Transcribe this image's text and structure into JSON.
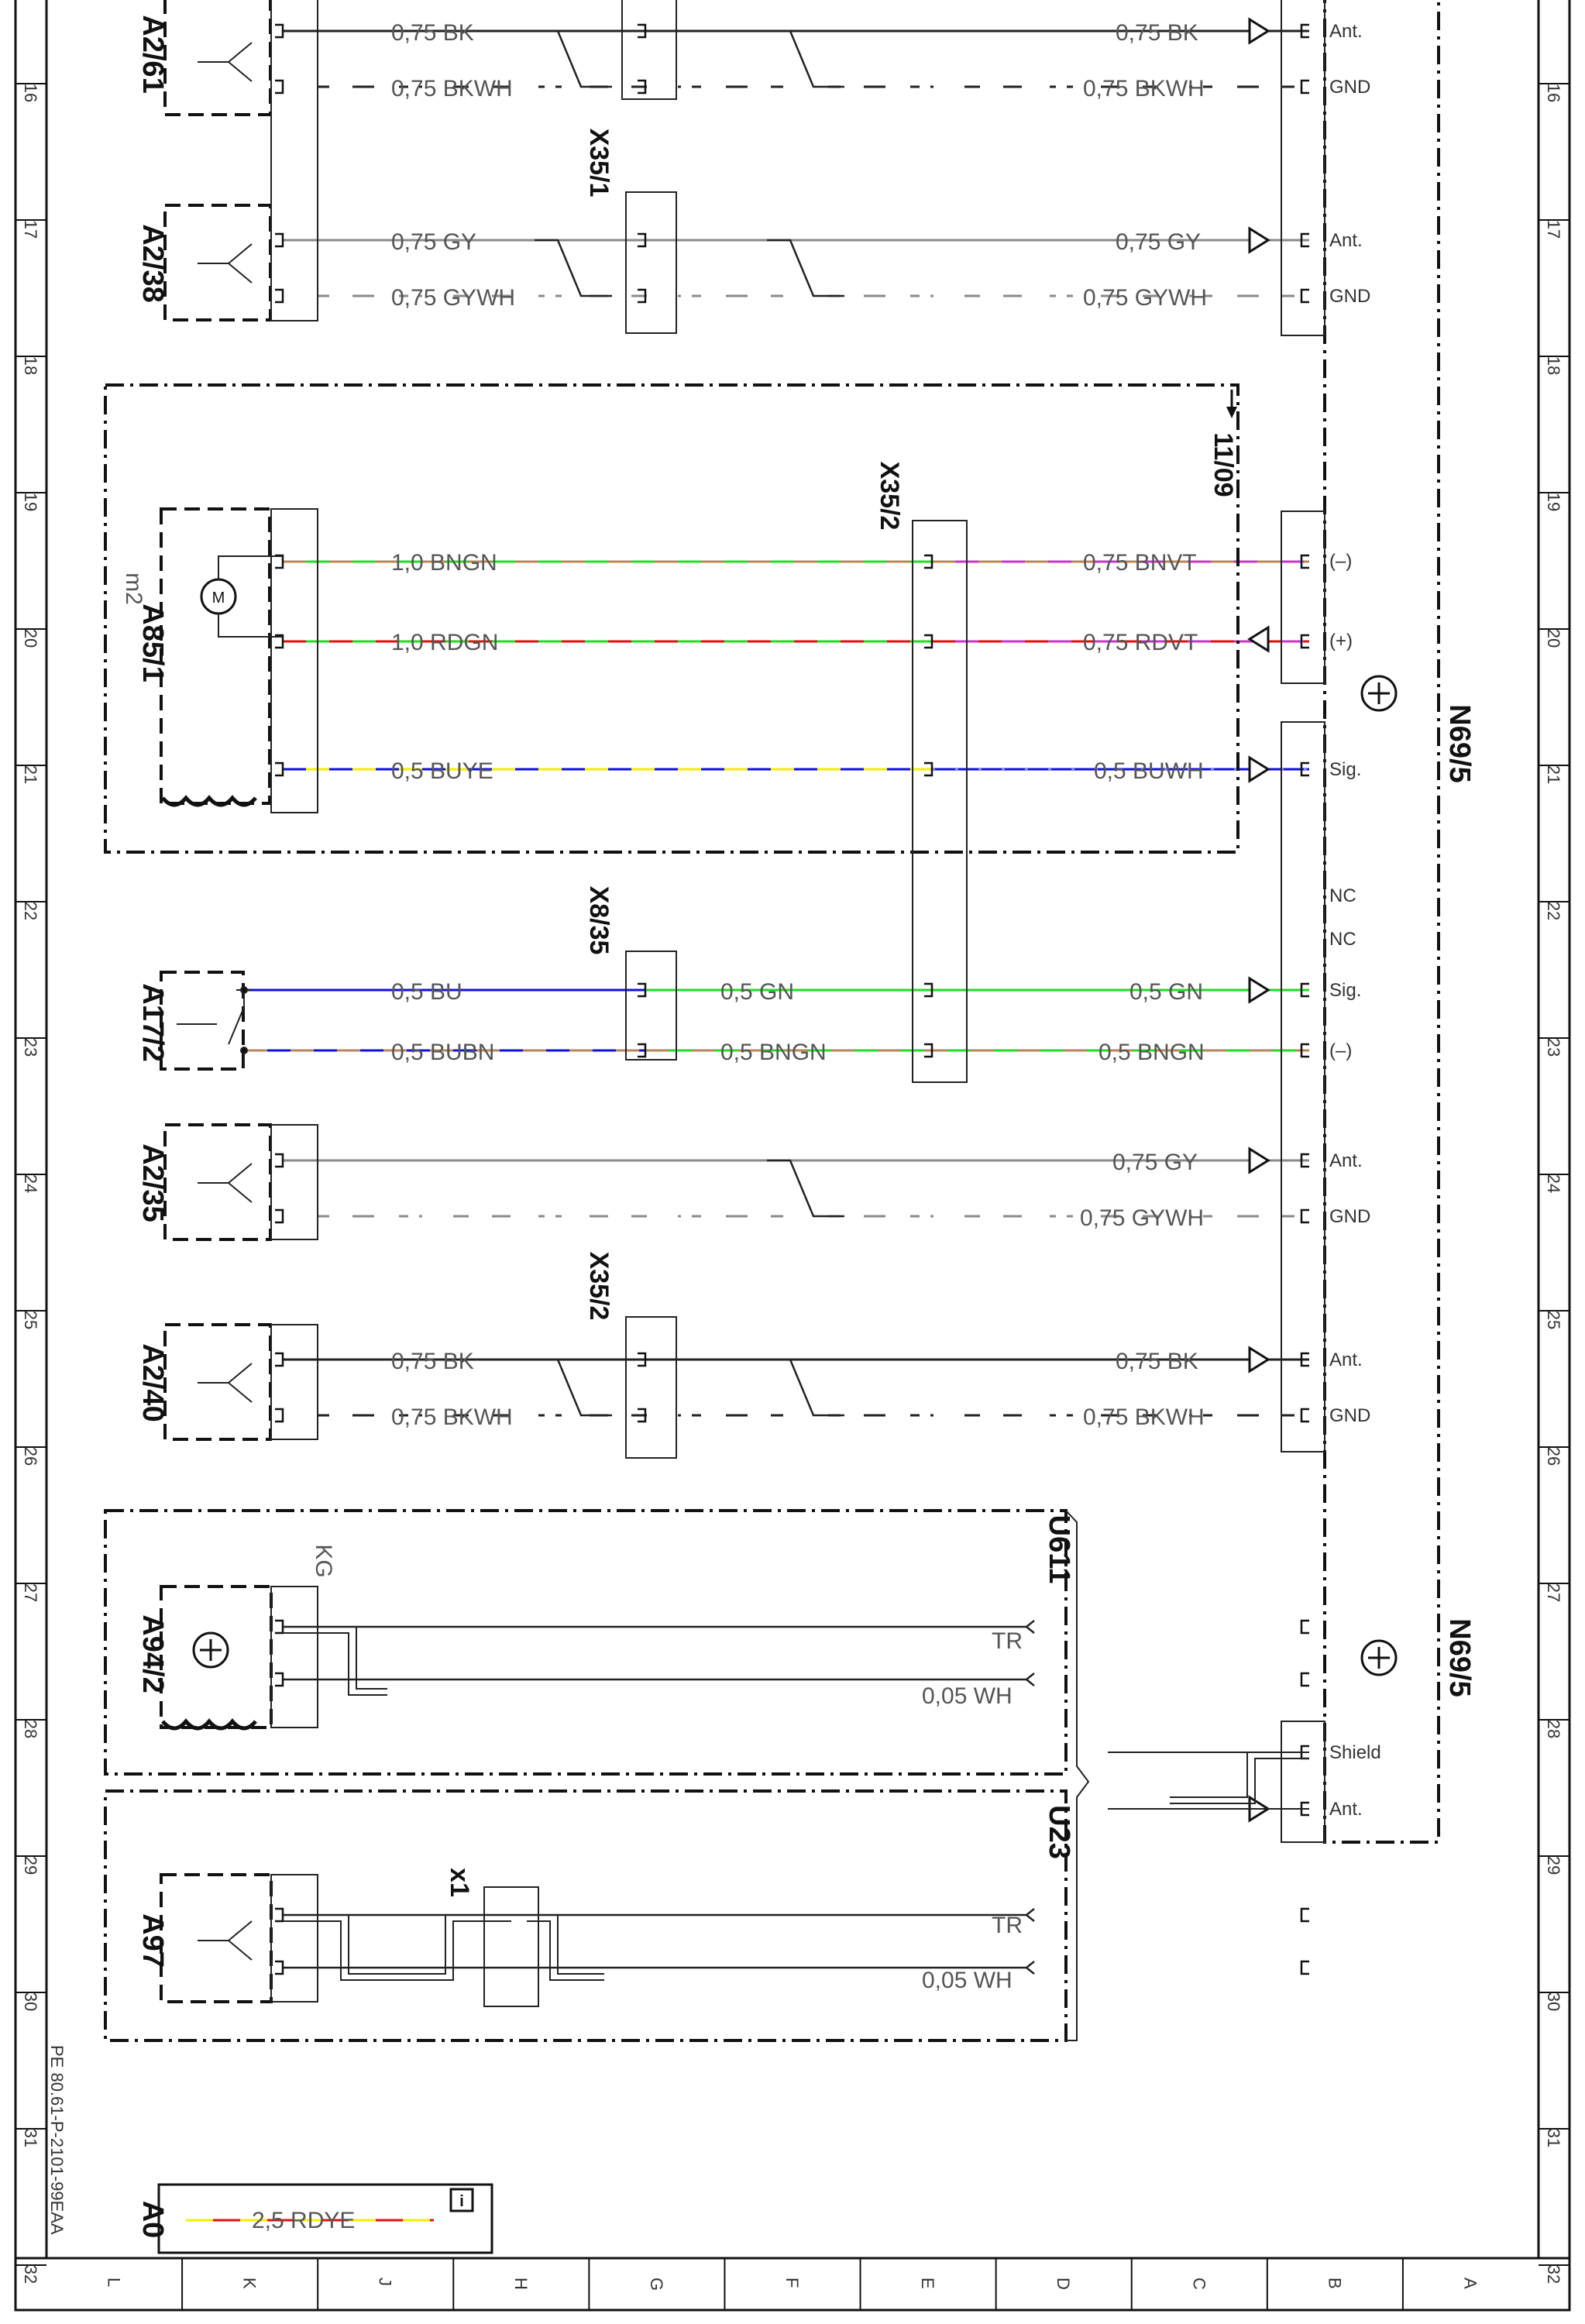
{
  "grid": {
    "rows": [
      "16",
      "17",
      "18",
      "19",
      "20",
      "21",
      "22",
      "23",
      "24",
      "25",
      "26",
      "27",
      "28",
      "29",
      "30",
      "31",
      "32"
    ],
    "cols": [
      "L",
      "K",
      "J",
      "H",
      "G",
      "F",
      "E",
      "D",
      "C",
      "B",
      "A"
    ]
  },
  "components": {
    "a2_61": "A2/61",
    "a2_38": "A2/38",
    "a85_1": "A85/1",
    "m2": "m2",
    "a17_2": "A17/2",
    "a2_35": "A2/35",
    "a2_40": "A2/40",
    "a94_2": "A94/2",
    "a97": "A97",
    "a0": "A0",
    "n69_5_top": "N69/5",
    "n69_5_bottom": "N69/5",
    "u611": "U611",
    "u23": "U23"
  },
  "connectors": {
    "x35_1": "X35/1",
    "x35_2_mid": "X35/2",
    "x8_35": "X8/35",
    "x35_2_low": "X35/2",
    "x1": "x1",
    "ref": "11/09",
    "kg": "KG"
  },
  "wires": {
    "r16a_l": "0,75 BK",
    "r16a_r": "0,75 BK",
    "r16b_l": "0,75 BKWH",
    "r16b_r": "0,75 BKWH",
    "r17a_l": "0,75 GY",
    "r17a_r": "0,75 GY",
    "r17b_l": "0,75 GYWH",
    "r17b_r": "0,75 GYWH",
    "r19a_l": "1,0 BNGN",
    "r19a_r": "0,75 BNVT",
    "r20a_l": "1,0 RDGN",
    "r20a_r": "0,75 RDVT",
    "r21a_l": "0,5 BUYE",
    "r21a_r": "0,5 BUWH",
    "r22a_l": "0,5 BU",
    "r22a_m": "0,5 GN",
    "r22a_r": "0,5 GN",
    "r23a_l": "0,5 BUBN",
    "r23a_m": "0,5 BNGN",
    "r23a_r": "0,5 BNGN",
    "r24a_r": "0,75 GY",
    "r24b_r": "0,75 GYWH",
    "r25a_l": "0,75 BK",
    "r25a_r": "0,75 BK",
    "r25b_l": "0,75 BKWH",
    "r25b_r": "0,75 BKWH",
    "r27a_r": "TR",
    "r27b_r": "0,05 WH",
    "r29a_r": "TR",
    "r29b_r": "0,05 WH",
    "a0_wire": "2,5 RDYE"
  },
  "pin_labels": {
    "ant1": "Ant.",
    "gnd1": "GND",
    "ant2": "Ant.",
    "gnd2": "GND",
    "minus1": "(–)",
    "plus1": "(+)",
    "sig1": "Sig.",
    "nc1": "NC",
    "nc2": "NC",
    "sig2": "Sig.",
    "minus2": "(–)",
    "ant3": "Ant.",
    "gnd3": "GND",
    "ant4": "Ant.",
    "gnd4": "GND",
    "shield": "Shield",
    "ant5": "Ant."
  },
  "footer": {
    "doc_id": "PE 80.61-P-2101-99EAA"
  },
  "wire_colors": {
    "BK": "#222222",
    "WH": "#ffffff",
    "GY": "#8a8a8a",
    "BN": "#b8865a",
    "GN": "#22dd22",
    "RD": "#e01010",
    "VT": "#cc33cc",
    "BU": "#1010dd",
    "YE": "#f2ee00"
  }
}
